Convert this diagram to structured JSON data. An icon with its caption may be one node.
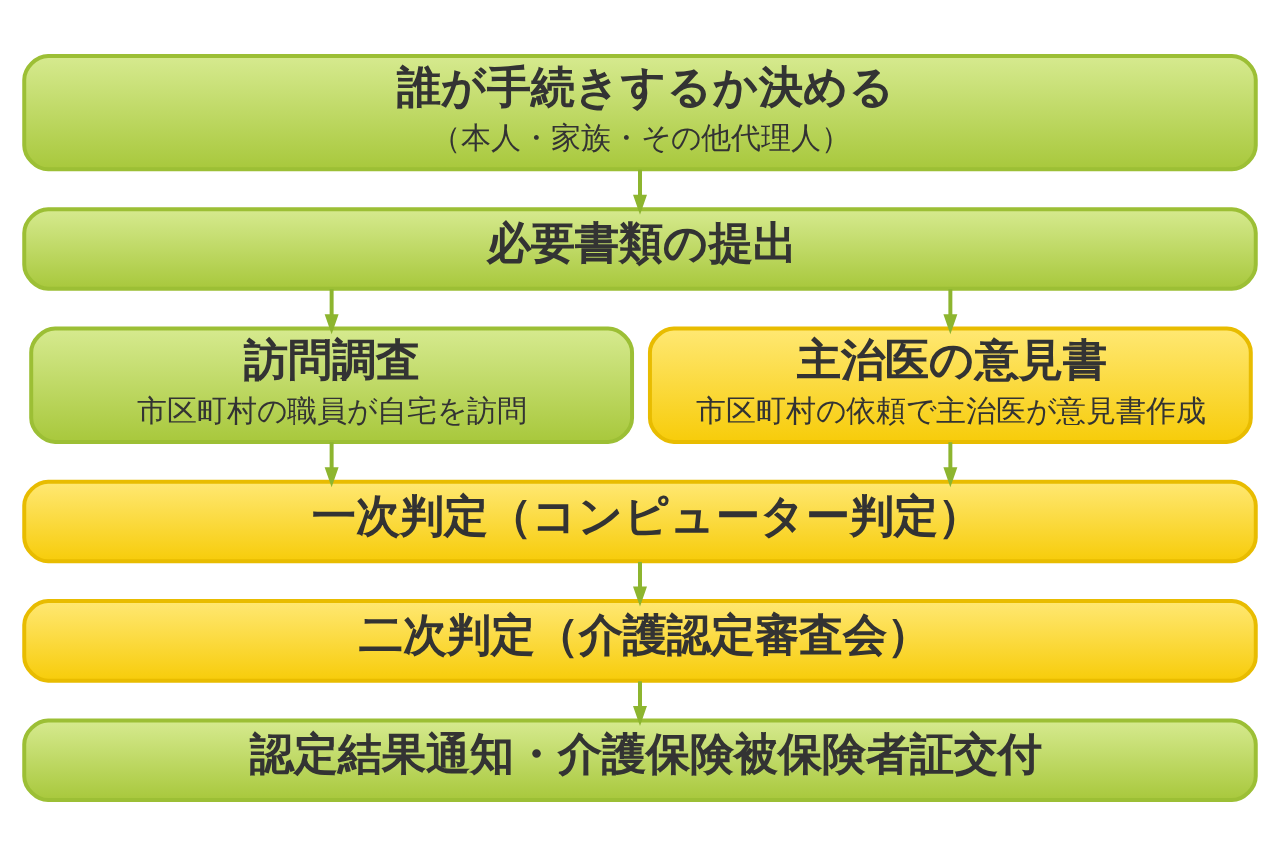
{
  "diagram": {
    "nodes": [
      {
        "text": [
          "誰が手続きするか決める",
          "（本人・家族・その他代理人）"
        ]
      },
      {
        "text": [
          "必要書類の提出"
        ]
      },
      {
        "text": [
          "訪問調査",
          "市区町村の職員が自宅を訪問"
        ]
      },
      {
        "text": [
          "主治医の意見書",
          "市区町村の依頼で主治医が意見書作成"
        ]
      },
      {
        "text": [
          "一次判定（コンピューター判定）"
        ]
      },
      {
        "text": [
          "二次判定（介護認定審査会）"
        ]
      },
      {
        "text": [
          "認定結果通知・介護保険被保険者証交付"
        ]
      }
    ],
    "edges": [
      {
        "from": 0,
        "to": 1,
        "arrow": "to"
      },
      {
        "from": 1,
        "to": 2,
        "arrow": "to"
      },
      {
        "from": 1,
        "to": 3,
        "arrow": "to"
      },
      {
        "from": 2,
        "to": 4,
        "arrow": "to"
      },
      {
        "from": 3,
        "to": 4,
        "arrow": "to"
      },
      {
        "from": 4,
        "to": 5,
        "arrow": "to"
      },
      {
        "from": 5,
        "to": 6,
        "arrow": "to"
      }
    ]
  }
}
